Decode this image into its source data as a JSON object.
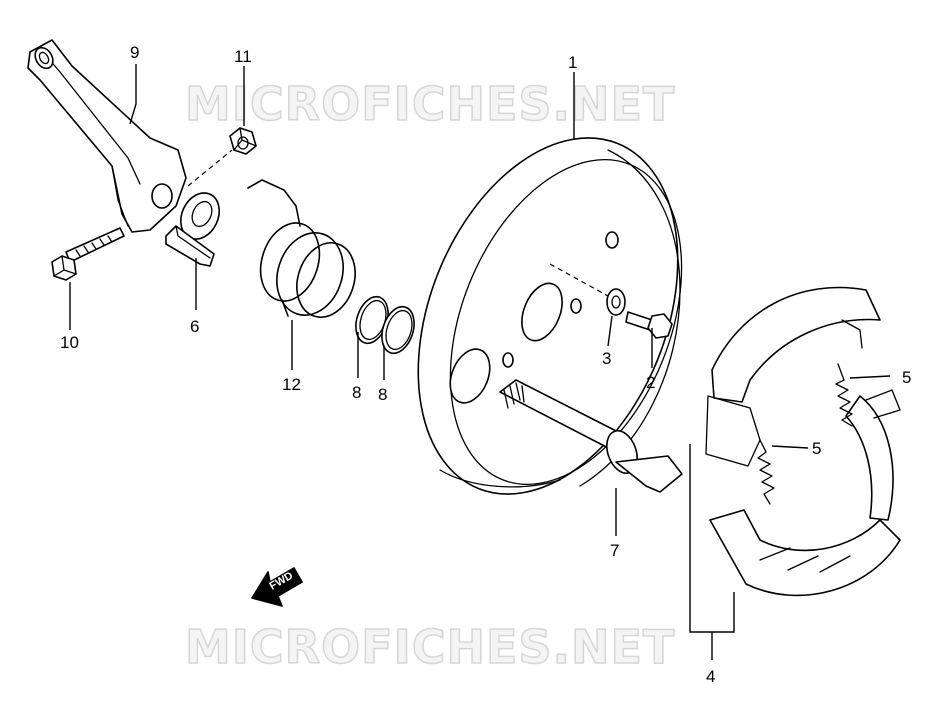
{
  "watermark": {
    "top": "MICROFICHES.NET",
    "bottom": "MICROFICHES.NET"
  },
  "direction_arrow": {
    "label": "FWD",
    "icon": "arrow-left-icon"
  },
  "callouts": {
    "p1": "1",
    "p2": "2",
    "p3": "3",
    "p4": "4",
    "p5a": "5",
    "p5b": "5",
    "p6": "6",
    "p7": "7",
    "p8a": "8",
    "p8b": "8",
    "p9": "9",
    "p10": "10",
    "p11": "11",
    "p12": "12"
  }
}
